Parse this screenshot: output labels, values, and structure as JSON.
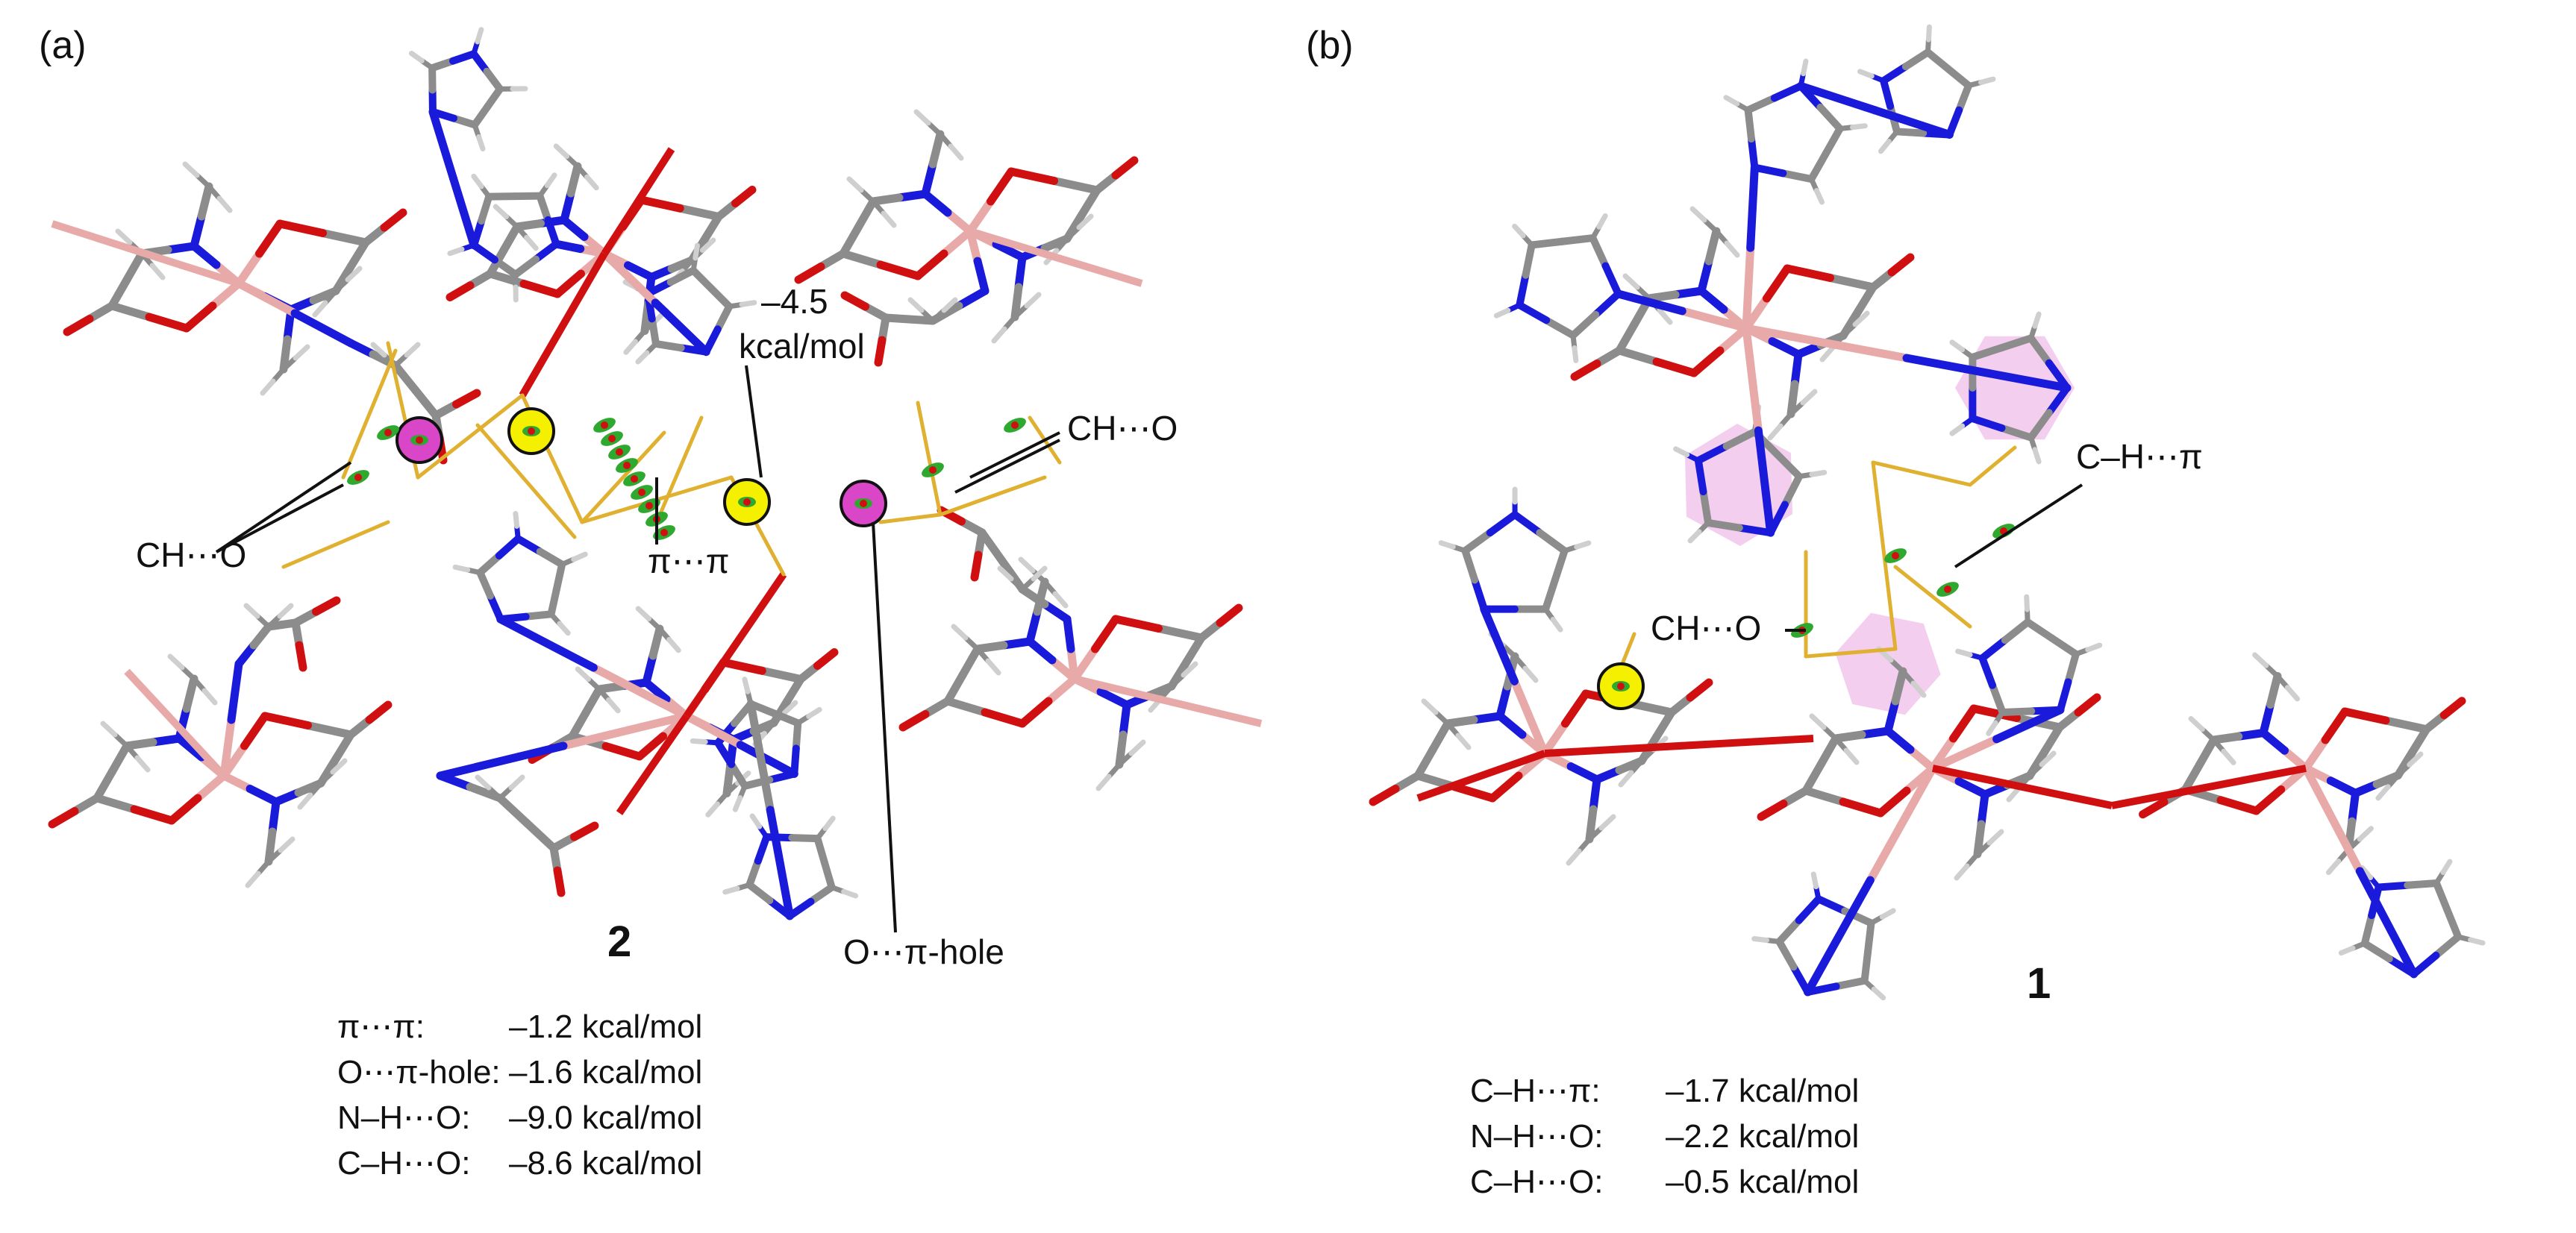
{
  "panels": {
    "a": {
      "label": "(a)",
      "compound": "2",
      "annotations": {
        "ch_o_right": "CH⋯O",
        "ch_o_left": "CH⋯O",
        "pi_pi": "π⋯π",
        "energy_top_line1": "–4.5",
        "energy_top_line2": "kcal/mol",
        "o_pi_hole": "O⋯π-hole"
      },
      "energies": [
        {
          "name": "π⋯π:",
          "value": "–1.2 kcal/mol"
        },
        {
          "name": "O⋯π-hole:",
          "value": "–1.6 kcal/mol"
        },
        {
          "name": "N–H⋯O:",
          "value": "–9.0 kcal/mol"
        },
        {
          "name": "C–H⋯O:",
          "value": "–8.6 kcal/mol"
        }
      ]
    },
    "b": {
      "label": "(b)",
      "compound": "1",
      "annotations": {
        "ch_pi": "C–H⋯π",
        "ch_o": "CH⋯O"
      },
      "energies": [
        {
          "name": "C–H⋯π:",
          "value": "–1.7 kcal/mol"
        },
        {
          "name": "N–H⋯O:",
          "value": "–2.2 kcal/mol"
        },
        {
          "name": "C–H⋯O:",
          "value": "–0.5 kcal/mol"
        }
      ]
    }
  },
  "colors": {
    "carbon": "#8c8c8c",
    "nitrogen": "#1a1adb",
    "oxygen": "#d01010",
    "hydrogen": "#e6e6e6",
    "metal": "#e8aaa8",
    "hbond": "#e0b030",
    "marker_yellow": "#f5f000",
    "marker_magenta": "#d946c8",
    "ring_fill": "#f3c9ec",
    "isosurface": "#2ea82e"
  }
}
